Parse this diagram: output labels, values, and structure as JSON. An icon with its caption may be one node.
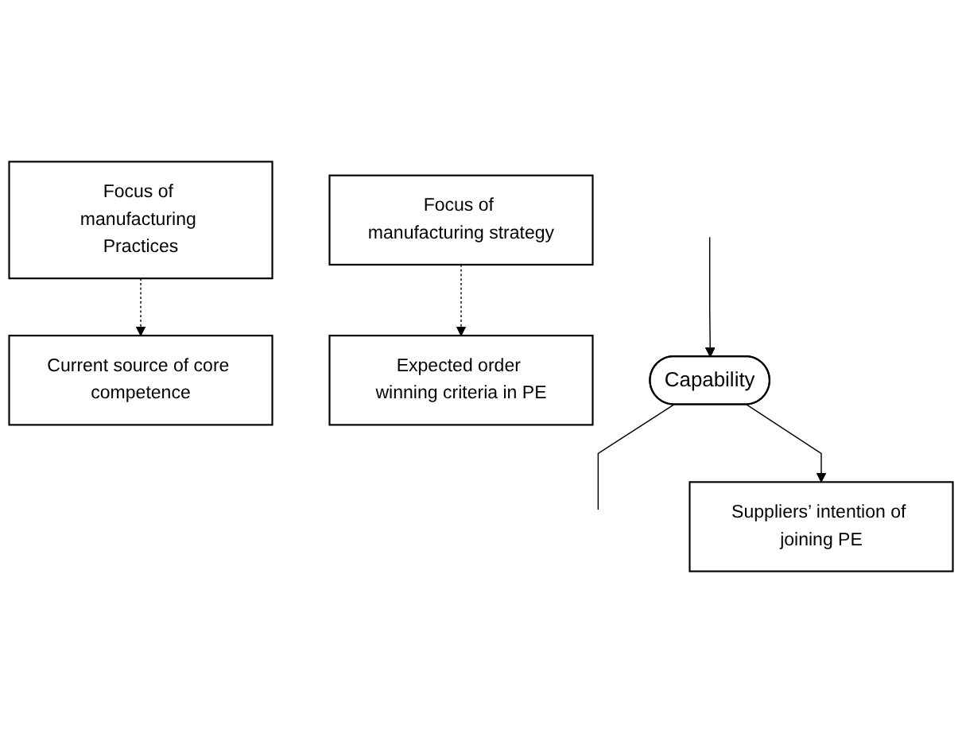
{
  "diagram": {
    "nodes": [
      {
        "text": [
          "Current source of core competence"
        ]
      },
      {
        "text": [
          "Expected order winning criteria in PE"
        ]
      },
      {
        "text": [
          "Capability"
        ]
      },
      {
        "text": [
          "Focus of manufacturing Practices"
        ]
      },
      {
        "text": [
          "Focus of manufacturing strategy"
        ]
      },
      {
        "text": [
          "Suppliers’ intention of joining PE"
        ]
      }
    ],
    "edges": [
      {
        "from": 3,
        "to": 0,
        "arrow": "to",
        "style": "dashed"
      },
      {
        "from": 4,
        "to": 1,
        "arrow": "to",
        "style": "dashed"
      },
      {
        "from": 2,
        "to": null,
        "arrow": "none"
      },
      {
        "from": null,
        "to": 2,
        "arrow": "to"
      },
      {
        "from": 2,
        "to": 5,
        "arrow": "to"
      }
    ]
  }
}
